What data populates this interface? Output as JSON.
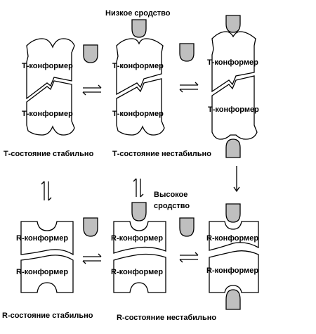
{
  "labels": {
    "t_conformer": "Т-конформер",
    "r_conformer": "R-конформер",
    "low_affinity": "Низкое сродство",
    "high_affinity_line1": "Высокое",
    "high_affinity_line2": "сродство",
    "t_stable": "Т-состояние стабильно",
    "t_unstable": "Т-состояние нестабильно",
    "r_stable": "R-состояние стабильно",
    "r_unstable": "R-состояние нестабильно"
  },
  "colors": {
    "ligand_fill": "#bfbfbf",
    "outline": "#000000",
    "background": "#ffffff"
  },
  "icons": {
    "ligand": "ligand-drop",
    "equilibrium": "equilibrium-arrows",
    "reaction": "down-arrow"
  }
}
